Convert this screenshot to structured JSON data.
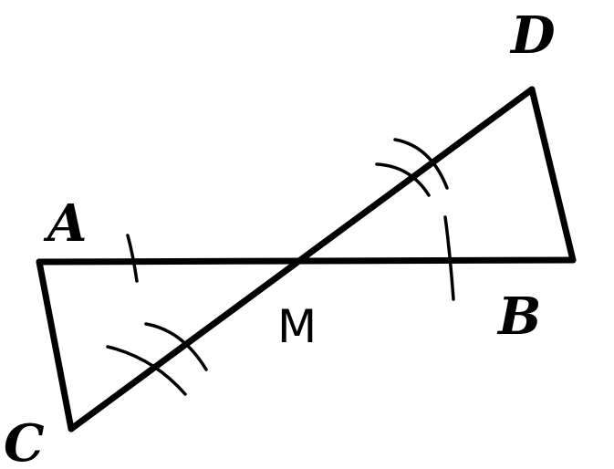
{
  "diagram": {
    "points": {
      "A": "A",
      "B": "B",
      "C": "C",
      "D": "D",
      "M": "M"
    },
    "colors": {
      "stroke": "#000000",
      "background": "#ffffff"
    }
  }
}
